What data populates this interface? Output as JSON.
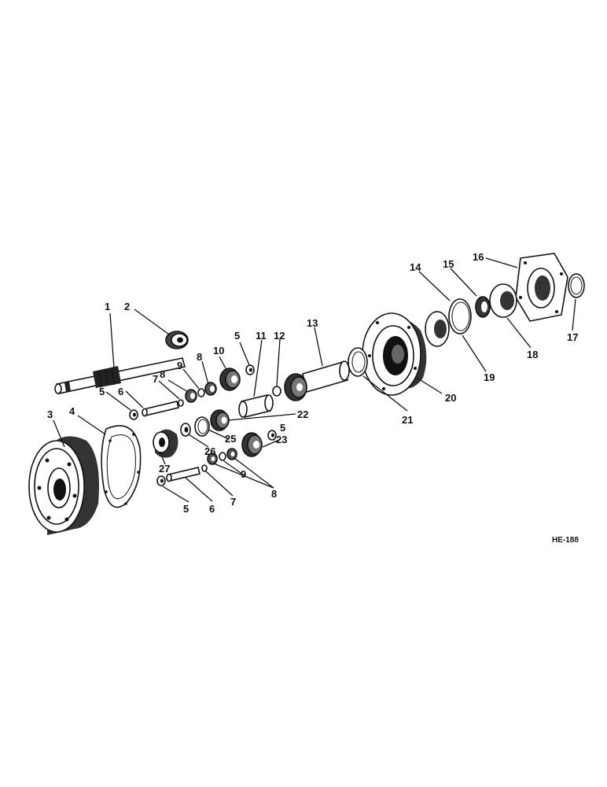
{
  "diagram": {
    "reference_code": "HE-188",
    "callouts": {
      "c1": "1",
      "c2": "2",
      "c3": "3",
      "c4": "4",
      "c5a": "5",
      "c5b": "5",
      "c5c": "5",
      "c5d": "5",
      "c6a": "6",
      "c6b": "6",
      "c7a": "7",
      "c7b": "7",
      "c8a": "8",
      "c8b": "8",
      "c8c": "8",
      "c9a": "9",
      "c9b": "9",
      "c10": "10",
      "c11": "11",
      "c12": "12",
      "c13": "13",
      "c14": "14",
      "c15": "15",
      "c16": "16",
      "c17": "17",
      "c18": "18",
      "c19": "19",
      "c20": "20",
      "c21": "21",
      "c22": "22",
      "c23": "23",
      "c25": "25",
      "c26": "26",
      "c27": "27"
    }
  }
}
